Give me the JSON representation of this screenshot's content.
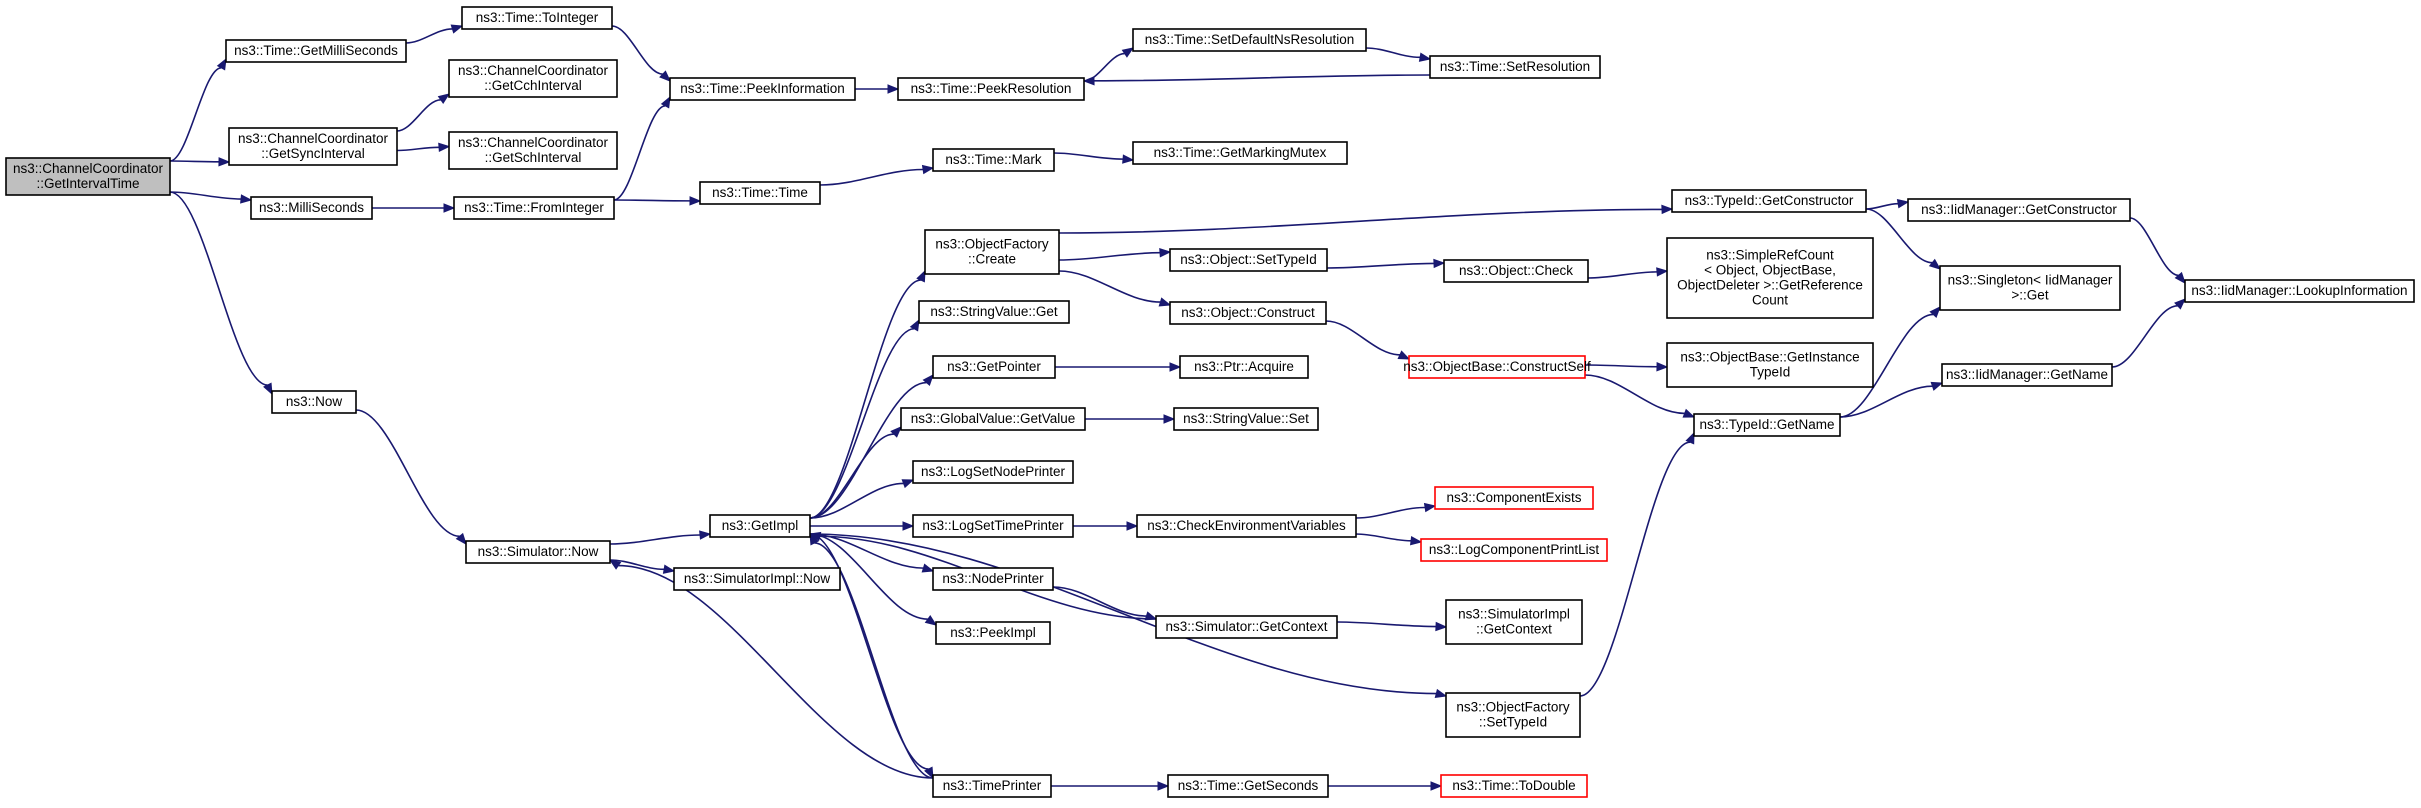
{
  "colors": {
    "edge": "#191970",
    "border": "#000000",
    "highlight_border": "#ff0000",
    "root_fill": "#bfbfbf"
  },
  "nodes": [
    {
      "id": "root",
      "lines": [
        "ns3::ChannelCoordinator",
        "::GetIntervalTime"
      ],
      "style": "root"
    },
    {
      "id": "getMilliSeconds",
      "lines": [
        "ns3::Time::GetMilliSeconds"
      ]
    },
    {
      "id": "toInteger",
      "lines": [
        "ns3::Time::ToInteger"
      ]
    },
    {
      "id": "peekInformation",
      "lines": [
        "ns3::Time::PeekInformation"
      ]
    },
    {
      "id": "peekResolution",
      "lines": [
        "ns3::Time::PeekResolution"
      ]
    },
    {
      "id": "setDefaultNsResolution",
      "lines": [
        "ns3::Time::SetDefaultNsResolution"
      ]
    },
    {
      "id": "setResolution",
      "lines": [
        "ns3::Time::SetResolution"
      ]
    },
    {
      "id": "getSyncInterval",
      "lines": [
        "ns3::ChannelCoordinator",
        "::GetSyncInterval"
      ]
    },
    {
      "id": "getCchInterval",
      "lines": [
        "ns3::ChannelCoordinator",
        "::GetCchInterval"
      ]
    },
    {
      "id": "getSchInterval",
      "lines": [
        "ns3::ChannelCoordinator",
        "::GetSchInterval"
      ]
    },
    {
      "id": "milliSeconds",
      "lines": [
        "ns3::MilliSeconds"
      ]
    },
    {
      "id": "fromInteger",
      "lines": [
        "ns3::Time::FromInteger"
      ]
    },
    {
      "id": "time",
      "lines": [
        "ns3::Time::Time"
      ]
    },
    {
      "id": "mark",
      "lines": [
        "ns3::Time::Mark"
      ]
    },
    {
      "id": "getMarkingMutex",
      "lines": [
        "ns3::Time::GetMarkingMutex"
      ]
    },
    {
      "id": "objectFactoryCreate",
      "lines": [
        "ns3::ObjectFactory",
        "::Create"
      ]
    },
    {
      "id": "getConstructor",
      "lines": [
        "ns3::TypeId::GetConstructor"
      ]
    },
    {
      "id": "iidGetConstructor",
      "lines": [
        "ns3::IidManager::GetConstructor"
      ]
    },
    {
      "id": "lookupInformation",
      "lines": [
        "ns3::IidManager::LookupInformation"
      ]
    },
    {
      "id": "setTypeId",
      "lines": [
        "ns3::Object::SetTypeId"
      ]
    },
    {
      "id": "objectCheck",
      "lines": [
        "ns3::Object::Check"
      ]
    },
    {
      "id": "simpleRefCount",
      "lines": [
        "ns3::SimpleRefCount",
        "< Object, ObjectBase,",
        "ObjectDeleter >::GetReference",
        "Count"
      ]
    },
    {
      "id": "singletonGet",
      "lines": [
        "ns3::Singleton< IidManager",
        ">::Get"
      ]
    },
    {
      "id": "stringValueGet",
      "lines": [
        "ns3::StringValue::Get"
      ]
    },
    {
      "id": "objectConstruct",
      "lines": [
        "ns3::Object::Construct"
      ]
    },
    {
      "id": "constructSelf",
      "lines": [
        "ns3::ObjectBase::ConstructSelf"
      ],
      "style": "red"
    },
    {
      "id": "getInstanceTypeId",
      "lines": [
        "ns3::ObjectBase::GetInstance",
        "TypeId"
      ]
    },
    {
      "id": "typeIdGetName",
      "lines": [
        "ns3::TypeId::GetName"
      ]
    },
    {
      "id": "iidGetName",
      "lines": [
        "ns3::IidManager::GetName"
      ]
    },
    {
      "id": "getPointer",
      "lines": [
        "ns3::GetPointer"
      ]
    },
    {
      "id": "ptrAcquire",
      "lines": [
        "ns3::Ptr::Acquire"
      ]
    },
    {
      "id": "globalValueGetValue",
      "lines": [
        "ns3::GlobalValue::GetValue"
      ]
    },
    {
      "id": "stringValueSet",
      "lines": [
        "ns3::StringValue::Set"
      ]
    },
    {
      "id": "logSetNodePrinter",
      "lines": [
        "ns3::LogSetNodePrinter"
      ]
    },
    {
      "id": "now",
      "lines": [
        "ns3::Now"
      ]
    },
    {
      "id": "getImpl",
      "lines": [
        "ns3::GetImpl"
      ]
    },
    {
      "id": "logSetTimePrinter",
      "lines": [
        "ns3::LogSetTimePrinter"
      ]
    },
    {
      "id": "checkEnvVars",
      "lines": [
        "ns3::CheckEnvironmentVariables"
      ]
    },
    {
      "id": "componentExists",
      "lines": [
        "ns3::ComponentExists"
      ],
      "style": "red"
    },
    {
      "id": "logComponentPrintList",
      "lines": [
        "ns3::LogComponentPrintList"
      ],
      "style": "red"
    },
    {
      "id": "simulatorNow",
      "lines": [
        "ns3::Simulator::Now"
      ]
    },
    {
      "id": "simulatorImplNow",
      "lines": [
        "ns3::SimulatorImpl::Now"
      ]
    },
    {
      "id": "nodePrinter",
      "lines": [
        "ns3::NodePrinter"
      ]
    },
    {
      "id": "simulatorGetContext",
      "lines": [
        "ns3::Simulator::GetContext"
      ]
    },
    {
      "id": "simulatorImplGetContext",
      "lines": [
        "ns3::SimulatorImpl",
        "::GetContext"
      ]
    },
    {
      "id": "peekImpl",
      "lines": [
        "ns3::PeekImpl"
      ]
    },
    {
      "id": "objectFactorySetTypeId",
      "lines": [
        "ns3::ObjectFactory",
        "::SetTypeId"
      ]
    },
    {
      "id": "timePrinter",
      "lines": [
        "ns3::TimePrinter"
      ]
    },
    {
      "id": "getSeconds",
      "lines": [
        "ns3::Time::GetSeconds"
      ]
    },
    {
      "id": "toDouble",
      "lines": [
        "ns3::Time::ToDouble"
      ],
      "style": "red"
    }
  ],
  "edges": [
    [
      "root",
      "getMilliSeconds"
    ],
    [
      "root",
      "getSyncInterval"
    ],
    [
      "root",
      "milliSeconds"
    ],
    [
      "root",
      "now"
    ],
    [
      "getMilliSeconds",
      "toInteger"
    ],
    [
      "toInteger",
      "peekInformation"
    ],
    [
      "getSyncInterval",
      "getCchInterval"
    ],
    [
      "getSyncInterval",
      "getSchInterval"
    ],
    [
      "milliSeconds",
      "fromInteger"
    ],
    [
      "fromInteger",
      "peekInformation"
    ],
    [
      "fromInteger",
      "time"
    ],
    [
      "peekInformation",
      "peekResolution"
    ],
    [
      "peekResolution",
      "setDefaultNsResolution"
    ],
    [
      "setDefaultNsResolution",
      "setResolution"
    ],
    [
      "setResolution",
      "peekResolution"
    ],
    [
      "time",
      "mark"
    ],
    [
      "mark",
      "getMarkingMutex"
    ],
    [
      "now",
      "simulatorNow"
    ],
    [
      "simulatorNow",
      "getImpl"
    ],
    [
      "simulatorNow",
      "simulatorImplNow"
    ],
    [
      "getImpl",
      "objectFactoryCreate"
    ],
    [
      "getImpl",
      "stringValueGet"
    ],
    [
      "getImpl",
      "getPointer"
    ],
    [
      "getImpl",
      "globalValueGetValue"
    ],
    [
      "getImpl",
      "logSetNodePrinter"
    ],
    [
      "getImpl",
      "logSetTimePrinter"
    ],
    [
      "getImpl",
      "nodePrinter"
    ],
    [
      "getImpl",
      "peekImpl"
    ],
    [
      "getImpl",
      "objectFactorySetTypeId"
    ],
    [
      "getImpl",
      "timePrinter"
    ],
    [
      "objectFactoryCreate",
      "getConstructor"
    ],
    [
      "objectFactoryCreate",
      "setTypeId"
    ],
    [
      "objectFactoryCreate",
      "objectConstruct"
    ],
    [
      "getConstructor",
      "iidGetConstructor"
    ],
    [
      "getConstructor",
      "singletonGet"
    ],
    [
      "iidGetConstructor",
      "lookupInformation"
    ],
    [
      "setTypeId",
      "objectCheck"
    ],
    [
      "objectCheck",
      "simpleRefCount"
    ],
    [
      "objectConstruct",
      "constructSelf"
    ],
    [
      "constructSelf",
      "getInstanceTypeId"
    ],
    [
      "constructSelf",
      "typeIdGetName"
    ],
    [
      "typeIdGetName",
      "singletonGet"
    ],
    [
      "typeIdGetName",
      "iidGetName"
    ],
    [
      "iidGetName",
      "lookupInformation"
    ],
    [
      "getPointer",
      "ptrAcquire"
    ],
    [
      "globalValueGetValue",
      "stringValueSet"
    ],
    [
      "logSetTimePrinter",
      "checkEnvVars"
    ],
    [
      "checkEnvVars",
      "componentExists"
    ],
    [
      "checkEnvVars",
      "logComponentPrintList"
    ],
    [
      "nodePrinter",
      "simulatorGetContext"
    ],
    [
      "simulatorGetContext",
      "simulatorImplGetContext"
    ],
    [
      "simulatorGetContext",
      "getImpl"
    ],
    [
      "objectFactorySetTypeId",
      "typeIdGetName"
    ],
    [
      "timePrinter",
      "getSeconds"
    ],
    [
      "timePrinter",
      "simulatorNow"
    ],
    [
      "timePrinter",
      "getImpl"
    ],
    [
      "getSeconds",
      "toDouble"
    ]
  ]
}
